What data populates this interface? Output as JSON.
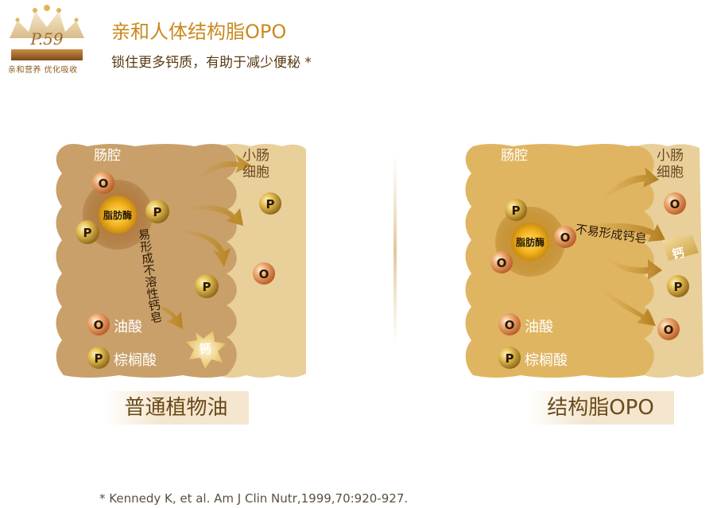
{
  "logo": {
    "mark": "P.59",
    "caption": "亲和营养 优化吸收",
    "crown_icon": "crown-icon"
  },
  "header": {
    "title": "亲和人体结构脂OPO",
    "subtitle": "锁住更多钙质，有助于减少便秘 *"
  },
  "colors": {
    "title": "#c98a1e",
    "left_lumen": "#c9a06a",
    "right_lumen": "#e0b561",
    "cell": "#e9cf9a",
    "sphere_o": "#d07a3c",
    "sphere_p": "#b8892a"
  },
  "left_panel": {
    "lumen_label": "肠腔",
    "cell_label": [
      "小肠",
      "细胞"
    ],
    "enzyme_label": "脂肪酶",
    "o_marker": "O",
    "p_marker": "P",
    "reaction_text": "易形成不溶性钙皂",
    "calcium_label": "钙",
    "legend": [
      {
        "marker": "O",
        "label": "油酸"
      },
      {
        "marker": "P",
        "label": "棕榈酸"
      }
    ],
    "caption": "普通植物油"
  },
  "right_panel": {
    "lumen_label": "肠腔",
    "cell_label": [
      "小肠",
      "细胞"
    ],
    "enzyme_label": "脂肪酶",
    "o_marker": "O",
    "p_marker": "P",
    "reaction_text": "不易形成钙皂",
    "calcium_label": "钙",
    "legend": [
      {
        "marker": "O",
        "label": "油酸"
      },
      {
        "marker": "P",
        "label": "棕榈酸"
      }
    ],
    "caption": "结构脂OPO"
  },
  "footnote": "* Kennedy K, et al. Am J Clin Nutr,1999,70:920-927."
}
